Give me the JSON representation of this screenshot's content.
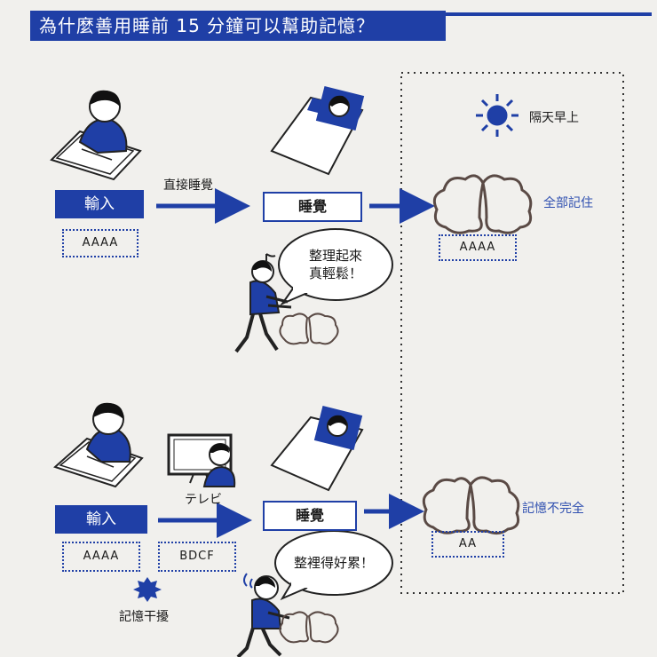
{
  "title": "為什麼善用睡前 15 分鐘可以幫助記憶？",
  "top_flow": {
    "input_label": "輸入",
    "input_memory": "AAAA",
    "arrow_caption": "直接睡覺",
    "sleep_label": "睡覺",
    "bubble_text": "整理起來\n真輕鬆！",
    "result_label": "全部記住",
    "result_memory": "AAAA"
  },
  "bottom_flow": {
    "input_label": "輸入",
    "input_memory": "AAAA",
    "tv_caption": "テレビ",
    "tv_memory": "BDCF",
    "interference_label": "記憶干擾",
    "sleep_label": "睡覺",
    "bubble_text": "整裡得好累！",
    "result_label": "記憶不完全",
    "result_memory": "AA"
  },
  "morning_label": "隔天早上",
  "colors": {
    "accent": "#1f3fa6",
    "result_text": "#3050b0",
    "ink": "#1a1a1a"
  }
}
